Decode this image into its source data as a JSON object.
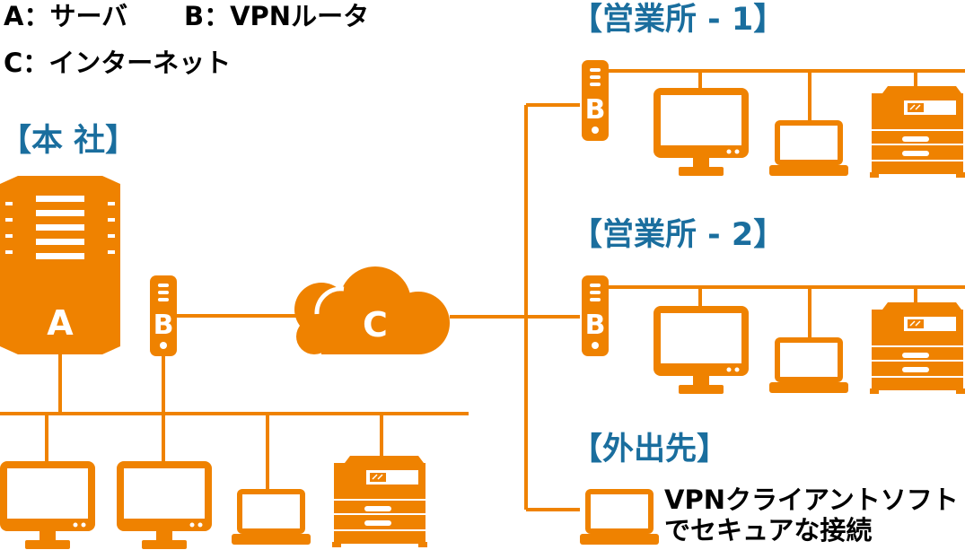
{
  "legend": {
    "line1_a": "A：サーバ",
    "line1_b": "B：VPNルータ",
    "line2": "C：インターネット"
  },
  "sections": {
    "headquarters": "【本 社】",
    "branch1": "【営業所 - 1】",
    "branch2": "【営業所 - 2】",
    "remote": "【外出先】"
  },
  "labels": {
    "server": "A",
    "router": "B",
    "cloud": "C"
  },
  "remote_note": {
    "line1": "VPNクライアントソフト",
    "line2": "でセキュアな接続"
  },
  "colors": {
    "accent": "#ef8200",
    "title": "#1a6e9e",
    "text": "#000000",
    "icon_detail": "#ffffff"
  }
}
